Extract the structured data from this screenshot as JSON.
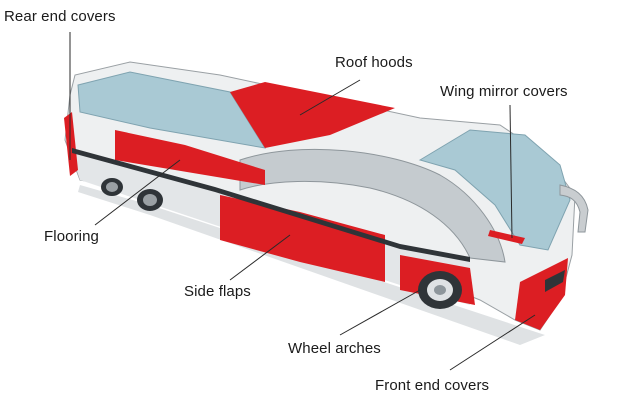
{
  "colors": {
    "accent_red": "#dc1e23",
    "body_white": "#eef0f1",
    "body_gray": "#c9cdd0",
    "glass": "#a9c9d4",
    "dark": "#2f3438",
    "leader": "#2a2a2a"
  },
  "labels": {
    "rear_end_covers": "Rear end covers",
    "roof_hoods": "Roof hoods",
    "wing_mirror_covers": "Wing mirror covers",
    "flooring": "Flooring",
    "side_flaps": "Side flaps",
    "wheel_arches": "Wheel arches",
    "front_end_covers": "Front end covers"
  }
}
